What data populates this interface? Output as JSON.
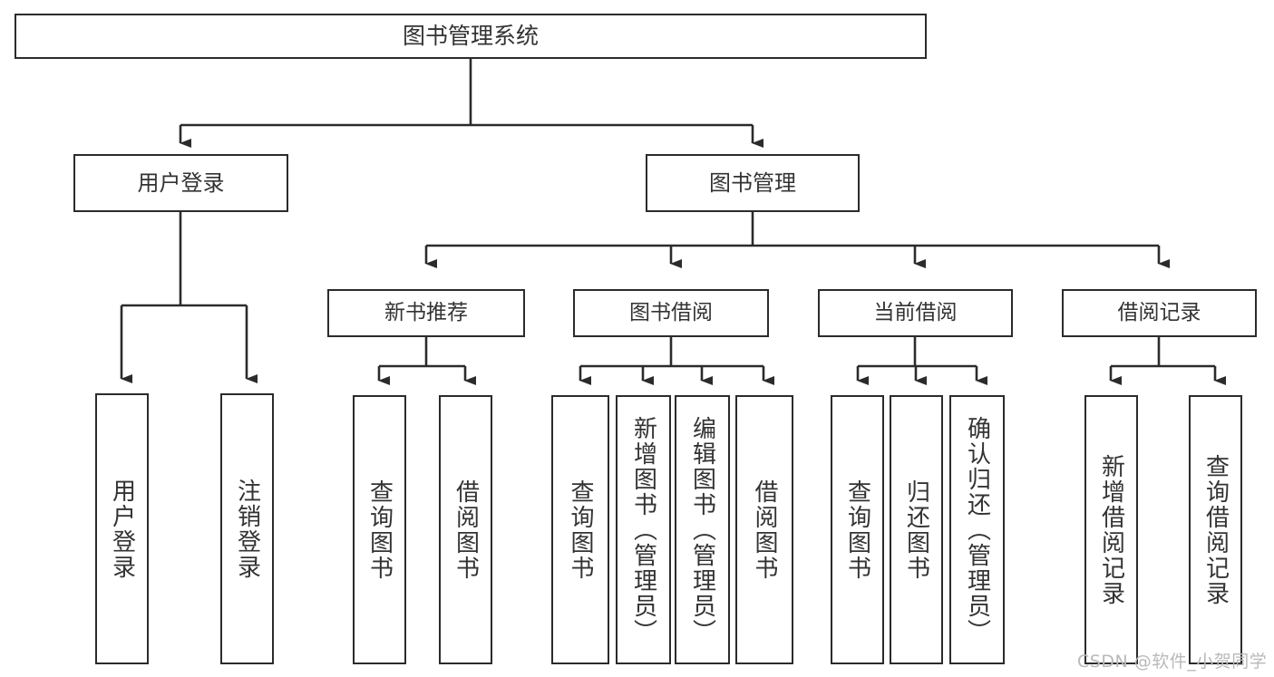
{
  "diagram": {
    "title": "图书管理系统",
    "type": "tree-hierarchy",
    "watermark": "CSDN @软件_小贺同学",
    "colors": {
      "stroke": "#2b2b2b",
      "text": "#333333",
      "background": "#ffffff",
      "watermark": "#b9b9b9"
    },
    "root": {
      "label": "图书管理系统"
    },
    "level1": [
      {
        "label": "用户登录"
      },
      {
        "label": "图书管理"
      }
    ],
    "level2": [
      {
        "label": "新书推荐"
      },
      {
        "label": "图书借阅"
      },
      {
        "label": "当前借阅"
      },
      {
        "label": "借阅记录"
      }
    ],
    "leaves": {
      "user_login": [
        {
          "label": "用户登录"
        },
        {
          "label": "注销登录"
        }
      ],
      "new_book_recommend": [
        {
          "label": "查询图书"
        },
        {
          "label": "借阅图书"
        }
      ],
      "book_borrow": [
        {
          "label": "查询图书"
        },
        {
          "label": "新增图书（管理员）"
        },
        {
          "label": "编辑图书（管理员）"
        },
        {
          "label": "借阅图书"
        }
      ],
      "current_borrow": [
        {
          "label": "查询图书"
        },
        {
          "label": "归还图书"
        },
        {
          "label": "确认归还（管理员）"
        }
      ],
      "borrow_record": [
        {
          "label": "新增借阅记录"
        },
        {
          "label": "查询借阅记录"
        }
      ]
    }
  }
}
